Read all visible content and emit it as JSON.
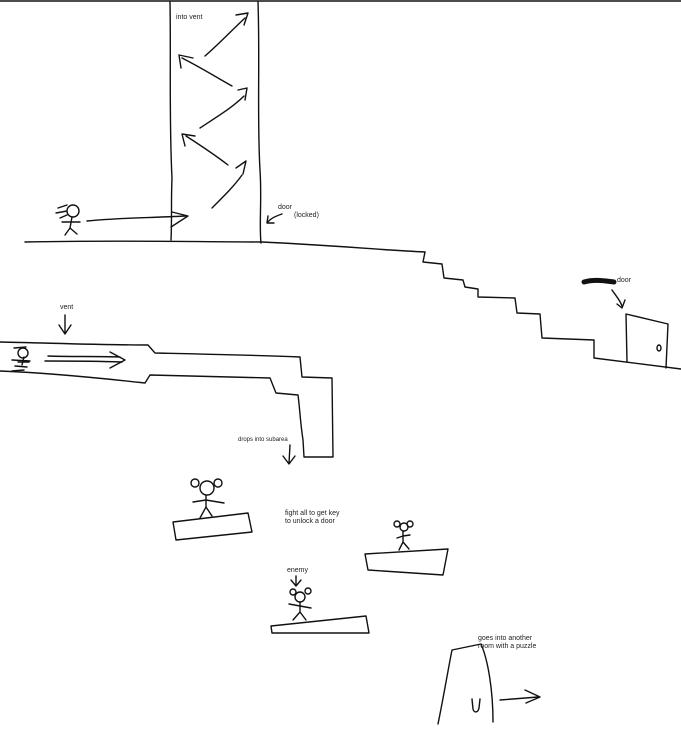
{
  "labels": {
    "into_vent": "into vent",
    "door_locked_1": "door",
    "door_locked_2": "(locked)",
    "door": "door",
    "vent": "vent",
    "drops_into_subarea": "drops into subarea",
    "fight_all": "fight all to get key\nto unlock a door",
    "enemy": "enemy",
    "goes_into_room": "goes into another\nroom with a puzzle"
  },
  "colors": {
    "ink": "#111111",
    "background": "#ffffff"
  },
  "icons": {
    "player": "stick-figure-icon",
    "enemy": "mouse-stick-figure-icon",
    "arrow": "sketch-arrow-icon",
    "door": "door-icon"
  }
}
